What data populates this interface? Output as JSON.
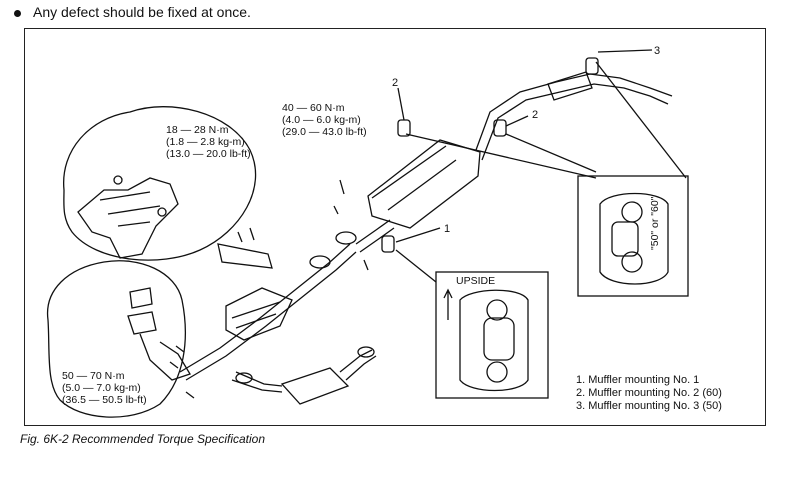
{
  "notice": "Any defect should be fixed at once.",
  "caption": "Fig. 6K-2 Recommended Torque Specification",
  "torque_manifold": [
    "18 — 28 N·m",
    "(1.8 — 2.8 kg-m)",
    "(13.0 — 20.0 lb-ft)"
  ],
  "torque_center": [
    "40 — 60 N·m",
    "(4.0 — 6.0 kg-m)",
    "(29.0 — 43.0 lb-ft)"
  ],
  "torque_lower": [
    "50 — 70 N·m",
    "(5.0 — 7.0 kg-m)",
    "(36.5 — 50.5 lb-ft)"
  ],
  "callouts": {
    "one": "1",
    "two_a": "2",
    "two_b": "2",
    "three": "3"
  },
  "upside_label": "UPSIDE",
  "mount_marking": "\"50\" or \"60\"",
  "legend": [
    "1.  Muffler mounting No. 1",
    "2.  Muffler mounting No. 2 (60)",
    "3.  Muffler mounting No. 3 (50)"
  ]
}
